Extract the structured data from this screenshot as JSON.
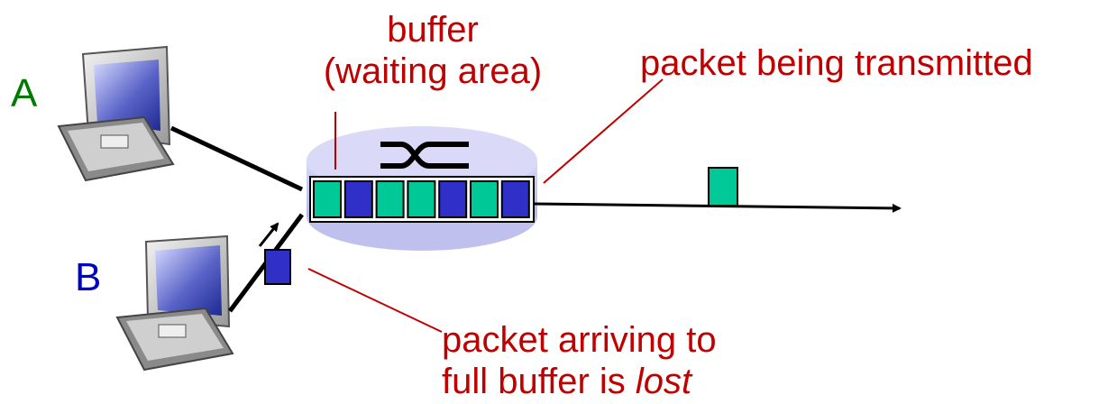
{
  "hosts": [
    {
      "label": "A",
      "color": "#007a00"
    },
    {
      "label": "B",
      "color": "#0000c0"
    }
  ],
  "labels": {
    "buffer_line1": "buffer",
    "buffer_line2": "(waiting area)",
    "transmitted": "packet being transmitted",
    "arriving_line1": "packet arriving to",
    "arriving_line2_prefix": "full buffer is ",
    "arriving_line2_emph": "lost"
  },
  "buffer_queue": [
    "green",
    "blue",
    "green",
    "green",
    "blue",
    "green",
    "blue"
  ],
  "colors": {
    "label_red": "#c00000",
    "packet_green": "#00c896",
    "packet_blue": "#3030c8",
    "router_fill": "#c8c8f0"
  }
}
